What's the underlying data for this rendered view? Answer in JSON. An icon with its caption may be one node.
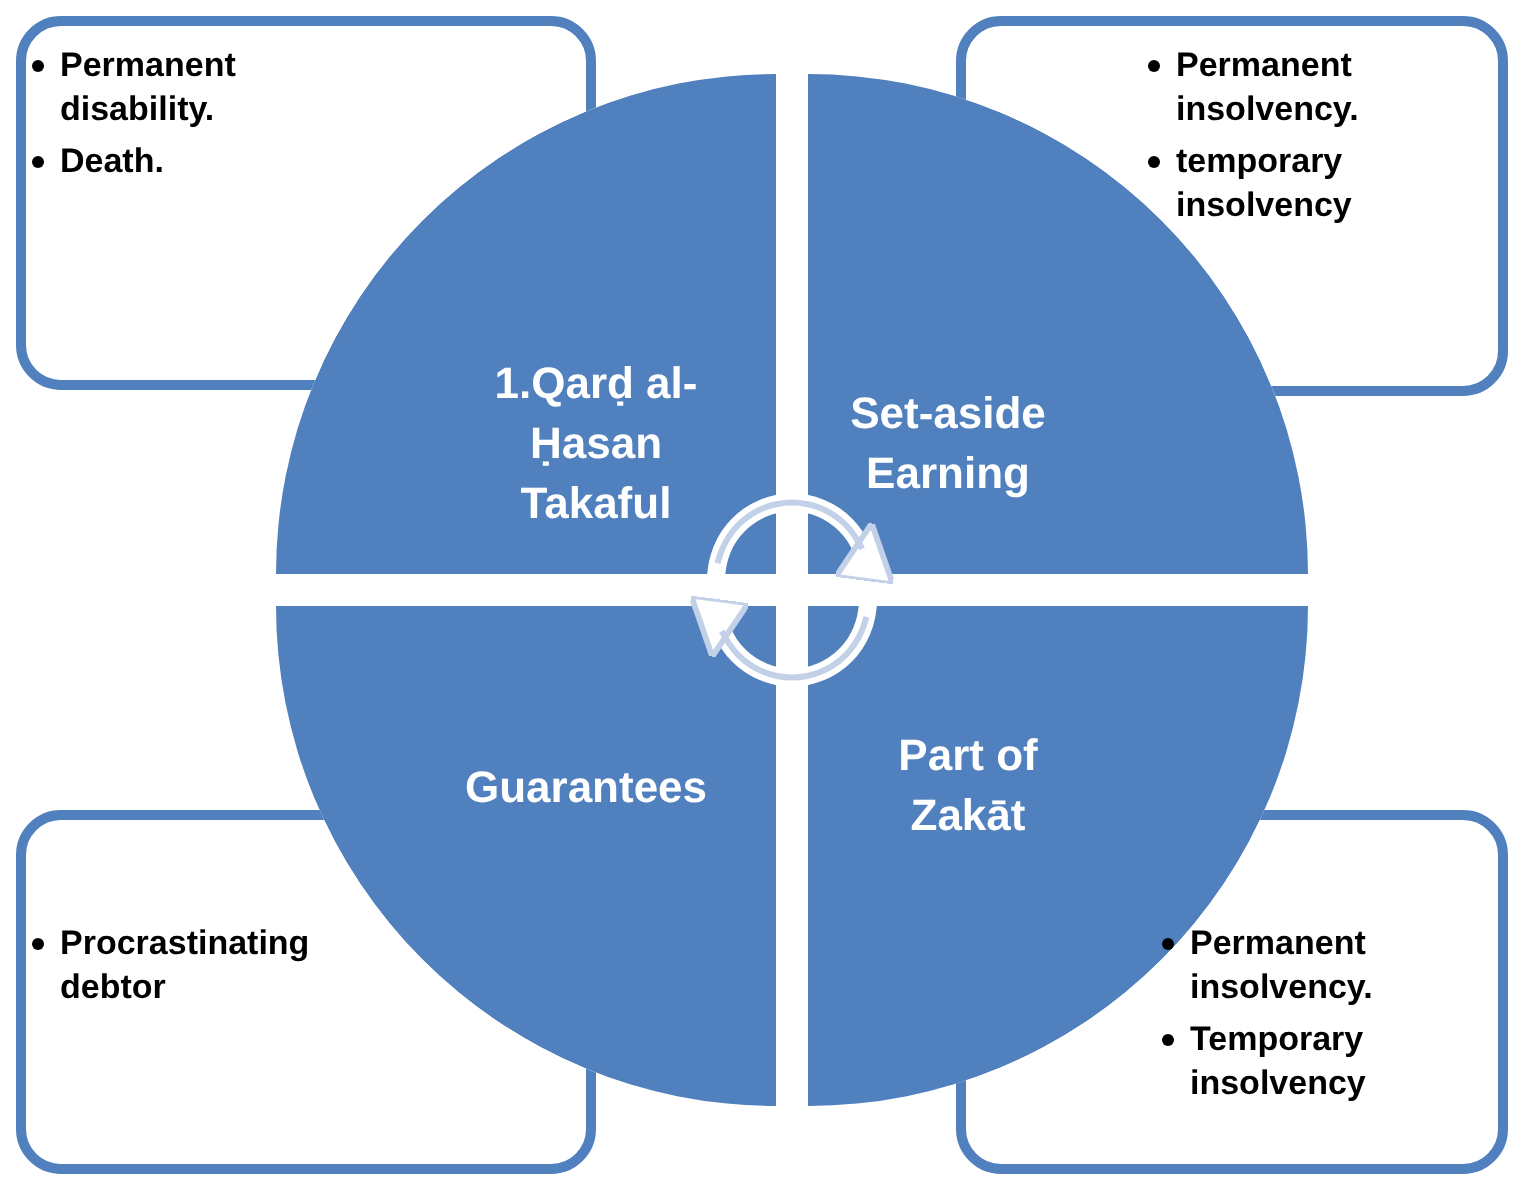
{
  "diagram": {
    "nodes": [
      {
        "text": [
          "Permanent disability.",
          "Death."
        ]
      },
      {
        "text": [
          "Permanent insolvency.",
          "temporary insolvency"
        ]
      },
      {
        "text": [
          "1.Qarḍ al-Ḥasan Takaful"
        ]
      },
      {
        "text": [
          "Set-aside Earning"
        ]
      },
      {
        "text": [
          "Guarantees"
        ]
      },
      {
        "text": [
          "Part of Zakāt"
        ]
      },
      {
        "text": [
          "Procrastinating debtor"
        ]
      },
      {
        "text": [
          "Permanent insolvency.",
          "Temporary insolvency"
        ]
      }
    ],
    "edges": [
      {
        "from": 2,
        "to": 3,
        "arrow": "to"
      },
      {
        "from": 5,
        "to": 4,
        "arrow": "to"
      }
    ]
  }
}
